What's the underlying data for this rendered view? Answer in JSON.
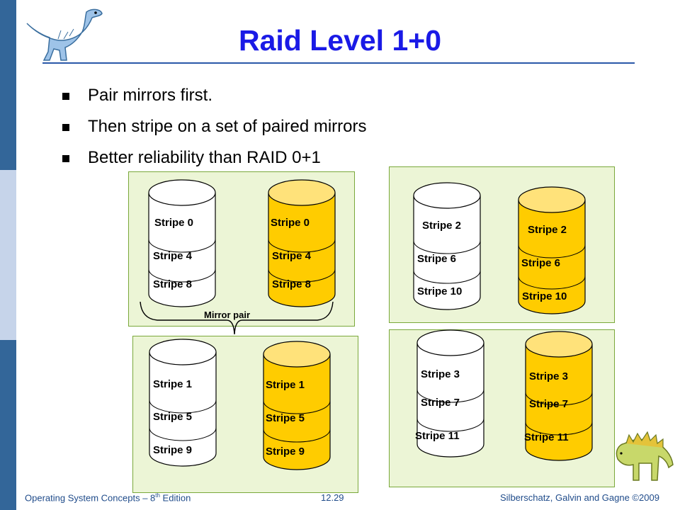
{
  "slide": {
    "title": "Raid Level 1+0",
    "bullets": [
      "Pair mirrors first.",
      "Then stripe on a set of  paired mirrors",
      "Better reliability than RAID 0+1"
    ],
    "footer_left": "Operating System Concepts – 8",
    "footer_left_sup": "th",
    "footer_left_tail": " Edition",
    "page_number": "12.29",
    "footer_right": "Silberschatz, Galvin and Gagne ©2009",
    "colors": {
      "title": "#1a1ae6",
      "disk_white": "#ffffff",
      "disk_gold": "#ffcc00",
      "panel": "#ecf5d6"
    }
  },
  "diagram": {
    "mirror_label": "Mirror pair",
    "groups": [
      {
        "white": [
          "Stripe 0",
          "Stripe 4",
          "Stripe 8"
        ],
        "gold": [
          "Stripe 0",
          "Stripe 4",
          "Stripe 8"
        ]
      },
      {
        "white": [
          "Stripe 1",
          "Stripe 5",
          "Stripe 9"
        ],
        "gold": [
          "Stripe 1",
          "Stripe 5",
          "Stripe 9"
        ]
      },
      {
        "white": [
          "Stripe 2",
          "Stripe 6",
          "Stripe 10"
        ],
        "gold": [
          "Stripe 2",
          "Stripe 6",
          "Stripe 10"
        ]
      },
      {
        "white": [
          "Stripe 3",
          "Stripe 7",
          "Stripe 11"
        ],
        "gold": [
          "Stripe 3",
          "Stripe 7",
          "Stripe 11"
        ]
      }
    ]
  }
}
